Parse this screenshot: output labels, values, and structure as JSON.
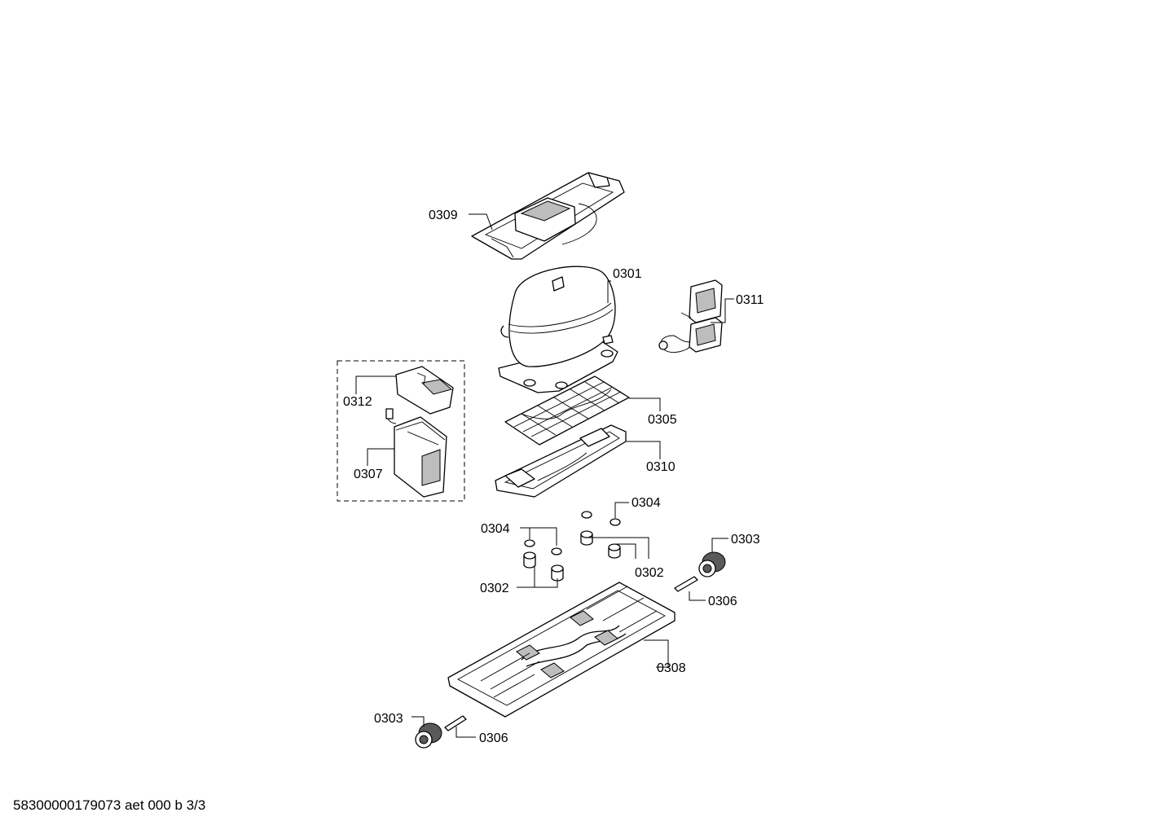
{
  "diagram": {
    "labels": [
      {
        "id": "l0309",
        "text": "0309"
      },
      {
        "id": "l0301",
        "text": "0301"
      },
      {
        "id": "l0311",
        "text": "0311"
      },
      {
        "id": "l0312",
        "text": "0312"
      },
      {
        "id": "l0305",
        "text": "0305"
      },
      {
        "id": "l0310",
        "text": "0310"
      },
      {
        "id": "l0307",
        "text": "0307"
      },
      {
        "id": "l0304a",
        "text": "0304"
      },
      {
        "id": "l0304b",
        "text": "0304"
      },
      {
        "id": "l0303a",
        "text": "0303"
      },
      {
        "id": "l0302a",
        "text": "0302"
      },
      {
        "id": "l0302b",
        "text": "0302"
      },
      {
        "id": "l0306a",
        "text": "0306"
      },
      {
        "id": "l0308",
        "text": "0308"
      },
      {
        "id": "l0303b",
        "text": "0303"
      },
      {
        "id": "l0306b",
        "text": "0306"
      }
    ]
  },
  "footer": {
    "text": "58300000179073 aet 000 b 3/3"
  }
}
